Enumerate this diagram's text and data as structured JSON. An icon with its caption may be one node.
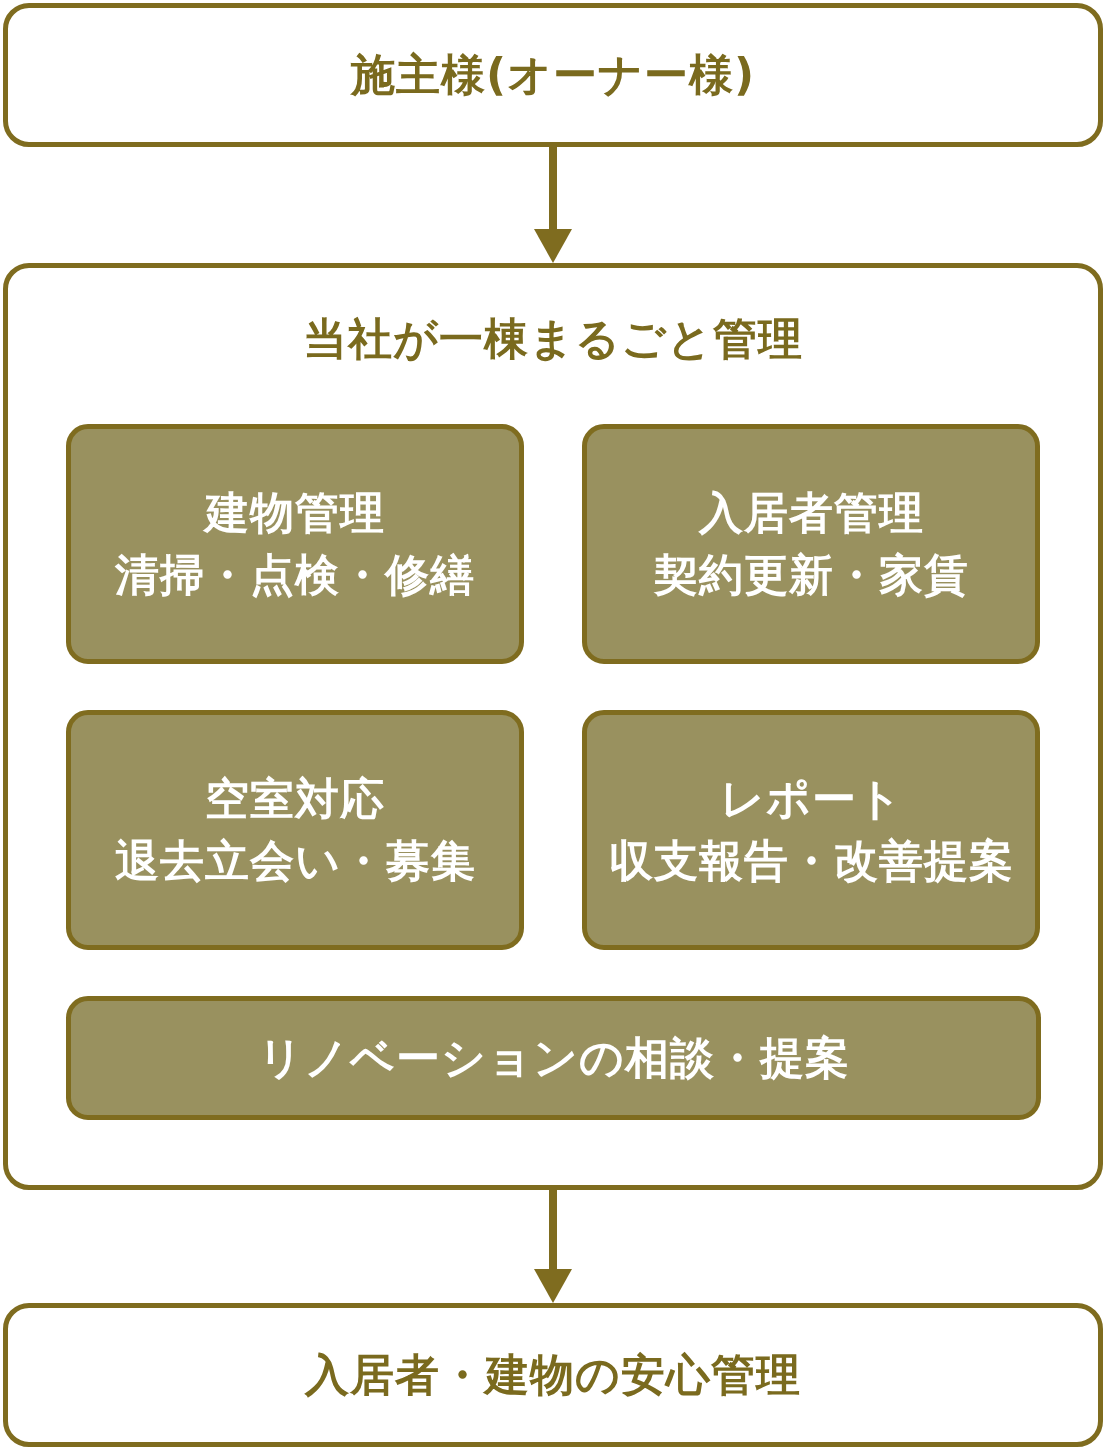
{
  "diagram": {
    "nodes": [
      {
        "text": [
          "施主様(オーナー様)"
        ]
      },
      {
        "text": [
          "当社が一棟まるごと管理"
        ]
      },
      {
        "text": [
          "建物管理",
          "清掃・点検・修繕"
        ],
        "in": 1
      },
      {
        "text": [
          "入居者管理",
          "契約更新・家賃"
        ],
        "in": 1
      },
      {
        "text": [
          "空室対応",
          "退去立会い・募集"
        ],
        "in": 1
      },
      {
        "text": [
          "レポート",
          "収支報告・改善提案"
        ],
        "in": 1
      },
      {
        "text": [
          "リノベーションの相談・提案"
        ],
        "in": 1
      },
      {
        "text": [
          "入居者・建物の安心管理"
        ]
      }
    ],
    "edges": [
      {
        "from": 0,
        "to": 1,
        "arrow": "to"
      },
      {
        "from": 1,
        "to": 7,
        "arrow": "to"
      }
    ]
  }
}
